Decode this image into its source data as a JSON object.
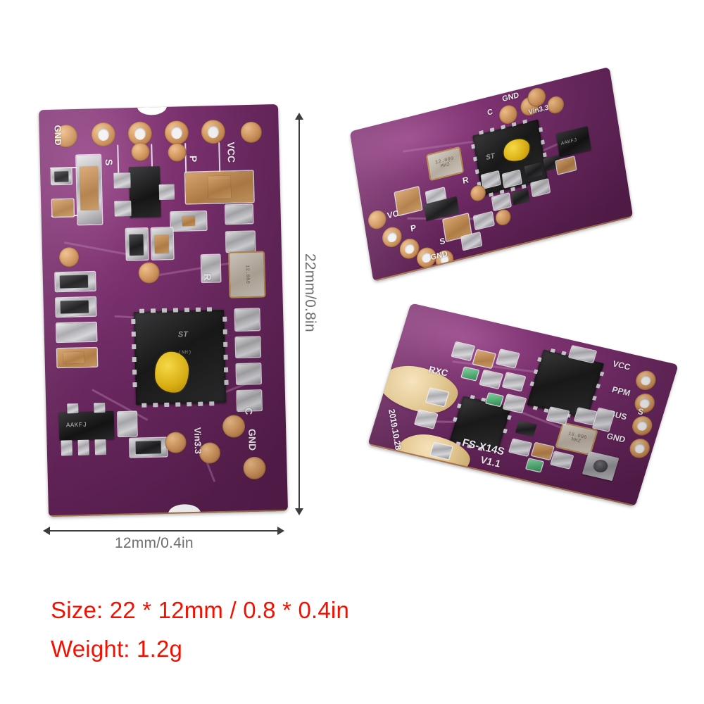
{
  "page": {
    "background": "#ffffff",
    "type": "product-photo",
    "subject": "purple PCB RC receiver module, three views"
  },
  "specs": {
    "accent_color": "#f41000",
    "size_label": "Size: 22 * 12mm / 0.8 * 0.4in",
    "weight_label": "Weight: 1.2g"
  },
  "dimensions": {
    "label_color": "#6e6e6e",
    "height_label": "22mm/0.8in",
    "width_label": "12mm/0.4in"
  },
  "boards": {
    "main": {
      "name": "front-view-board",
      "pcb_color": "#7d3270",
      "top_pads": [
        {
          "label": "GND"
        },
        {
          "label": "S"
        },
        {
          "label": "P"
        },
        {
          "label": "VCC"
        }
      ],
      "bottom_pads": [
        {
          "label": "C"
        },
        {
          "label": "GND"
        }
      ],
      "silkscreen": {
        "gnd": "GND",
        "s": "S",
        "p": "P",
        "vcc": "VCC",
        "r": "R",
        "c": "C",
        "gnd2": "GND",
        "vin": "Vin3.3"
      },
      "crystal": {
        "freq": "12.000",
        "unit": "MHZ"
      },
      "mcu": {
        "vendor": "ST",
        "marking": "(NH)"
      },
      "regulator": {
        "marking": "AAKFJ"
      }
    },
    "angled_top": {
      "name": "angled-view-board-top",
      "pcb_color": "#7d3270",
      "silkscreen": {
        "vcc": "VCC",
        "p": "P",
        "s": "S",
        "gnd": "GND",
        "c": "C",
        "r": "R",
        "vin": "Vin3.3"
      },
      "crystal": {
        "freq": "12.000",
        "unit": "MHZ"
      },
      "regulator": {
        "marking": "AAKFJ"
      }
    },
    "angled_bottom": {
      "name": "angled-view-board-bottom",
      "pcb_color": "#7d3270",
      "silkscreen": {
        "model": "FS-X14S",
        "version": "V1.1",
        "date": "2019.10.28",
        "rx": "RXC"
      },
      "pads": [
        {
          "label": "VCC"
        },
        {
          "label": "PPM"
        },
        {
          "label": "BUS"
        },
        {
          "label": "GND"
        }
      ],
      "pad_side_label": "S",
      "crystal": {
        "freq": "16.000",
        "unit": "MHZ"
      }
    }
  }
}
